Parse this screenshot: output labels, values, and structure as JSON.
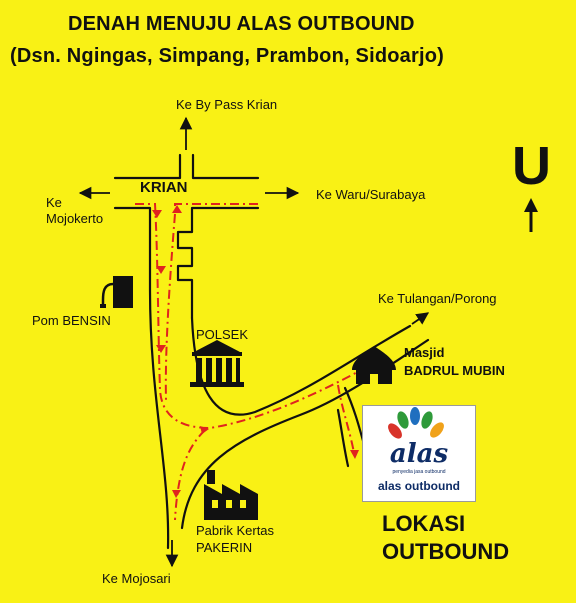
{
  "title": {
    "line1": "DENAH MENUJU ALAS OUTBOUND",
    "line2": "(Dsn. Ngingas, Simpang, Prambon, Sidoarjo)"
  },
  "north": {
    "letter": "U",
    "icon": "north-arrow-icon"
  },
  "labels": {
    "bypass": "Ke By Pass Krian",
    "krian": "KRIAN",
    "mojokerto_1": "Ke",
    "mojokerto_2": "Mojokerto",
    "waru": "Ke Waru/Surabaya",
    "tulangan": "Ke Tulangan/Porong",
    "pom": "Pom BENSIN",
    "polsek": "POLSEK",
    "masjid_1": "Masjid",
    "masjid_2": "BADRUL MUBIN",
    "pabrik_1": "Pabrik Kertas",
    "pabrik_2": "PAKERIN",
    "mojosari": "Ke Mojosari",
    "lokasi_1": "LOKASI",
    "lokasi_2": "OUTBOUND"
  },
  "logo": {
    "word": "alas",
    "tagline": "penyedia jasa outbound",
    "name": "alas outbound"
  },
  "icons": {
    "pom": "gas-pump-icon",
    "polsek": "police-station-icon",
    "masjid": "mosque-icon",
    "pabrik": "factory-icon",
    "logo": "leaf-logo-icon"
  },
  "colors": {
    "background": "#F9F115",
    "road": "#111111",
    "route": "#E0231F",
    "logo_text": "#0E2C66"
  }
}
